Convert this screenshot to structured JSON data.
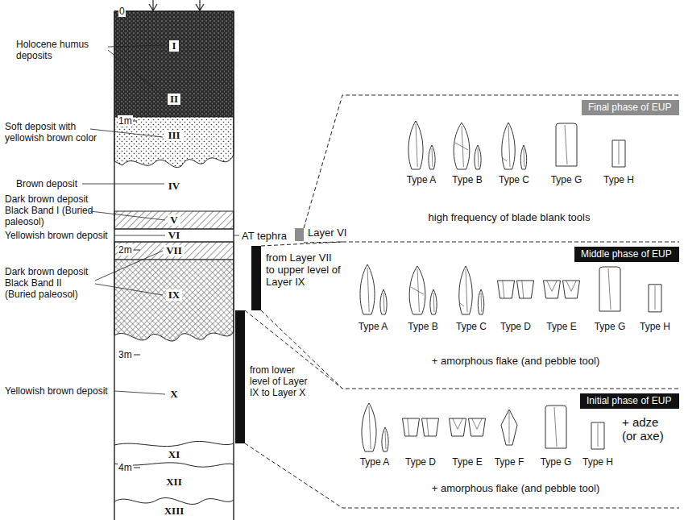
{
  "diagram": {
    "nodes": [
      {
        "text": [
          "I"
        ]
      },
      {
        "text": [
          "II"
        ]
      },
      {
        "text": [
          "III"
        ]
      },
      {
        "text": [
          "IV"
        ]
      },
      {
        "text": [
          "V"
        ]
      },
      {
        "text": [
          "VI"
        ]
      },
      {
        "text": [
          "VII"
        ]
      },
      {
        "text": [
          "IX"
        ]
      },
      {
        "text": [
          "X"
        ]
      },
      {
        "text": [
          "XI"
        ]
      },
      {
        "text": [
          "XII"
        ]
      },
      {
        "text": [
          "XIII"
        ]
      },
      {
        "text": [
          "Final phase of EUP"
        ]
      },
      {
        "text": [
          "Middle phase of EUP"
        ]
      },
      {
        "text": [
          "Initial phase of EUP"
        ]
      }
    ],
    "labels": [
      "0",
      "1m",
      "2m",
      "3m",
      "4m",
      "Holocene humus deposits",
      "Soft deposit with yellowish brown color",
      "Brown deposit",
      "Dark brown deposit Black Band I (Buried paleosol)",
      "Yellowish brown deposit",
      "AT tephra",
      "Layer VI",
      "Dark brown deposit Black Band II (Buried paleosol)",
      "from Layer VII to upper level of Layer IX",
      "Yellowish brown deposit",
      "from lower level of Layer IX to Layer X",
      "Type A",
      "Type B",
      "Type C",
      "Type G",
      "Type H",
      "high frequency of blade blank tools",
      "Type A",
      "Type B",
      "Type C",
      "Type D",
      "Type E",
      "Type G",
      "Type H",
      "+ amorphous flake (and pebble tool)",
      "Type A",
      "Type D",
      "Type E",
      "Type F",
      "Type G",
      "Type H",
      "+ adze (or axe)",
      "+ amorphous flake (and pebble tool)"
    ]
  }
}
